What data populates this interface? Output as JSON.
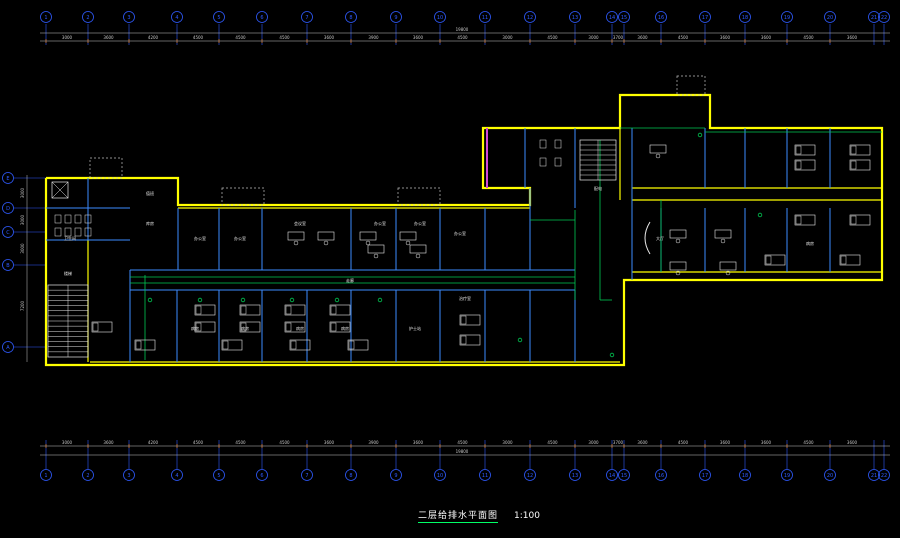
{
  "drawing": {
    "title": "二层给排水平面图",
    "scale": "1:100"
  },
  "top_axes": [
    "1",
    "2",
    "3",
    "4",
    "5",
    "6",
    "7",
    "8",
    "9",
    "10",
    "11",
    "12",
    "13",
    "14",
    "15",
    "16",
    "17",
    "18",
    "19",
    "20",
    "21",
    "22"
  ],
  "bottom_axes": [
    "1",
    "2",
    "3",
    "4",
    "5",
    "6",
    "7",
    "8",
    "9",
    "10",
    "11",
    "12",
    "13",
    "14",
    "15",
    "16",
    "17",
    "18",
    "19",
    "20",
    "21",
    "22"
  ],
  "left_axes": [
    "E",
    "D",
    "C",
    "B",
    "A"
  ],
  "top_dims": [
    "3000",
    "3600",
    "4200",
    "4500",
    "4500",
    "4500",
    "3600",
    "3900",
    "3600",
    "4500",
    "3000",
    "4500",
    "3000",
    "3700",
    "3600",
    "4500",
    "3600",
    "3600",
    "4500",
    "3600"
  ],
  "bottom_dims": [
    "3000",
    "3600",
    "4200",
    "4500",
    "4500",
    "4500",
    "3600",
    "3900",
    "3600",
    "4500",
    "3000",
    "4500",
    "3000",
    "3700",
    "3600",
    "4500",
    "3600",
    "3600",
    "4500",
    "3600"
  ],
  "top_total": "19800",
  "bottom_total": "19800",
  "left_dims": [
    "3000",
    "3000",
    "3000",
    "7200"
  ],
  "rooms": [
    "值班",
    "库房",
    "楼梯",
    "卫生间",
    "办公室",
    "办公室",
    "会议室",
    "办公室",
    "办公室",
    "办公室",
    "病房",
    "病房",
    "病房",
    "病房",
    "护士站",
    "治疗室",
    "配电",
    "病房",
    "走廊",
    "大厅"
  ],
  "colors": {
    "background": "#000000",
    "wall": "#ffff00",
    "partition": "#3d8bff",
    "axis": "#2f5bff",
    "pipe": "#00c853",
    "furniture": "#e8e8e8",
    "drain": "#d24bd2",
    "accent": "#ff8c1a",
    "title_underline": "#00ff66"
  },
  "icons": [
    "grid-bubble-icon",
    "stair-icon",
    "toilet-icon",
    "bed-icon",
    "desk-icon",
    "pipe-riser-icon"
  ]
}
